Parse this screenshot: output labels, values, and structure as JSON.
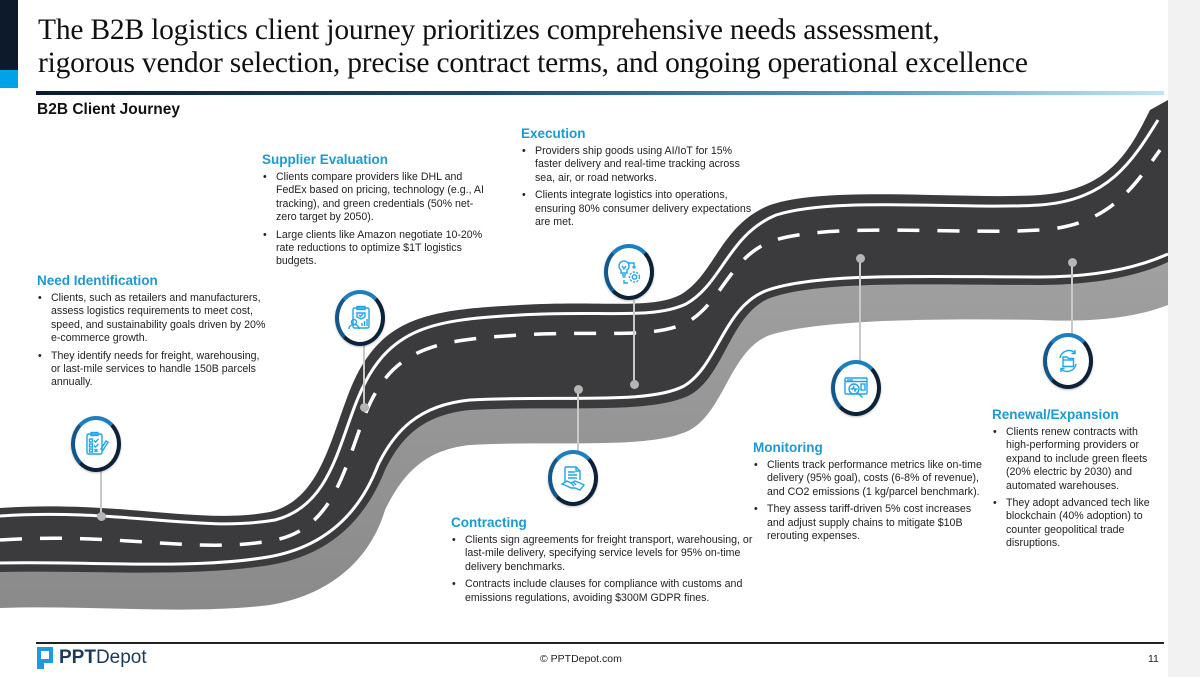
{
  "header": {
    "title_line1": "The B2B logistics client journey prioritizes comprehensive needs assessment,",
    "title_line2": "rigorous vendor selection, precise contract terms, and ongoing operational excellence",
    "subtitle": "B2B Client Journey"
  },
  "colors": {
    "accent_blue": "#1a9ad6",
    "accent_dark": "#0c1a2b",
    "road_asphalt": "#3d3d3f",
    "road_side": "#9a9a9a"
  },
  "stages": [
    {
      "title": "Need Identification",
      "icon": "checklist-clipboard-icon",
      "bullets": [
        "Clients, such as retailers and manufacturers, assess logistics requirements to meet cost, speed, and sustainability goals driven by 20% e-commerce growth.",
        "They identify needs for freight, warehousing, or last-mile services to handle 150B parcels annually."
      ]
    },
    {
      "title": "Supplier Evaluation",
      "icon": "evaluation-report-icon",
      "bullets": [
        "Clients compare providers like DHL and FedEx based on pricing, technology (e.g., AI tracking), and green credentials (50% net-zero target by 2050).",
        "Large clients like Amazon negotiate 10-20% rate reductions to optimize $1T logistics budgets."
      ]
    },
    {
      "title": "Contracting",
      "icon": "contract-handshake-icon",
      "bullets": [
        "Clients sign agreements for freight transport, warehousing, or last-mile delivery, specifying service levels for 95% on-time delivery benchmarks.",
        "Contracts include clauses for compliance with customs and emissions regulations, avoiding $300M GDPR fines."
      ]
    },
    {
      "title": "Execution",
      "icon": "idea-gear-icon",
      "bullets": [
        "Providers ship goods using AI/IoT for 15% faster delivery and real-time tracking across sea, air, or road networks.",
        "Clients integrate logistics into operations, ensuring 80% consumer delivery expectations are met."
      ]
    },
    {
      "title": "Monitoring",
      "icon": "monitoring-magnifier-icon",
      "bullets": [
        "Clients track performance metrics like on-time delivery (95% goal), costs (6-8% of revenue), and CO2 emissions (1 kg/parcel benchmark).",
        "They assess tariff-driven 5% cost increases and adjust supply chains to mitigate $10B rerouting expenses."
      ]
    },
    {
      "title": "Renewal/Expansion",
      "icon": "folder-refresh-icon",
      "bullets": [
        "Clients renew contracts with high-performing providers or expand to include green fleets (20% electric by 2030) and automated warehouses.",
        "They adopt advanced tech like blockchain (40% adoption) to counter geopolitical trade disruptions."
      ]
    }
  ],
  "footer": {
    "logo_bold": "PPT",
    "logo_light": "Depot",
    "copyright": "© PPTDepot.com",
    "page_number": "11"
  }
}
